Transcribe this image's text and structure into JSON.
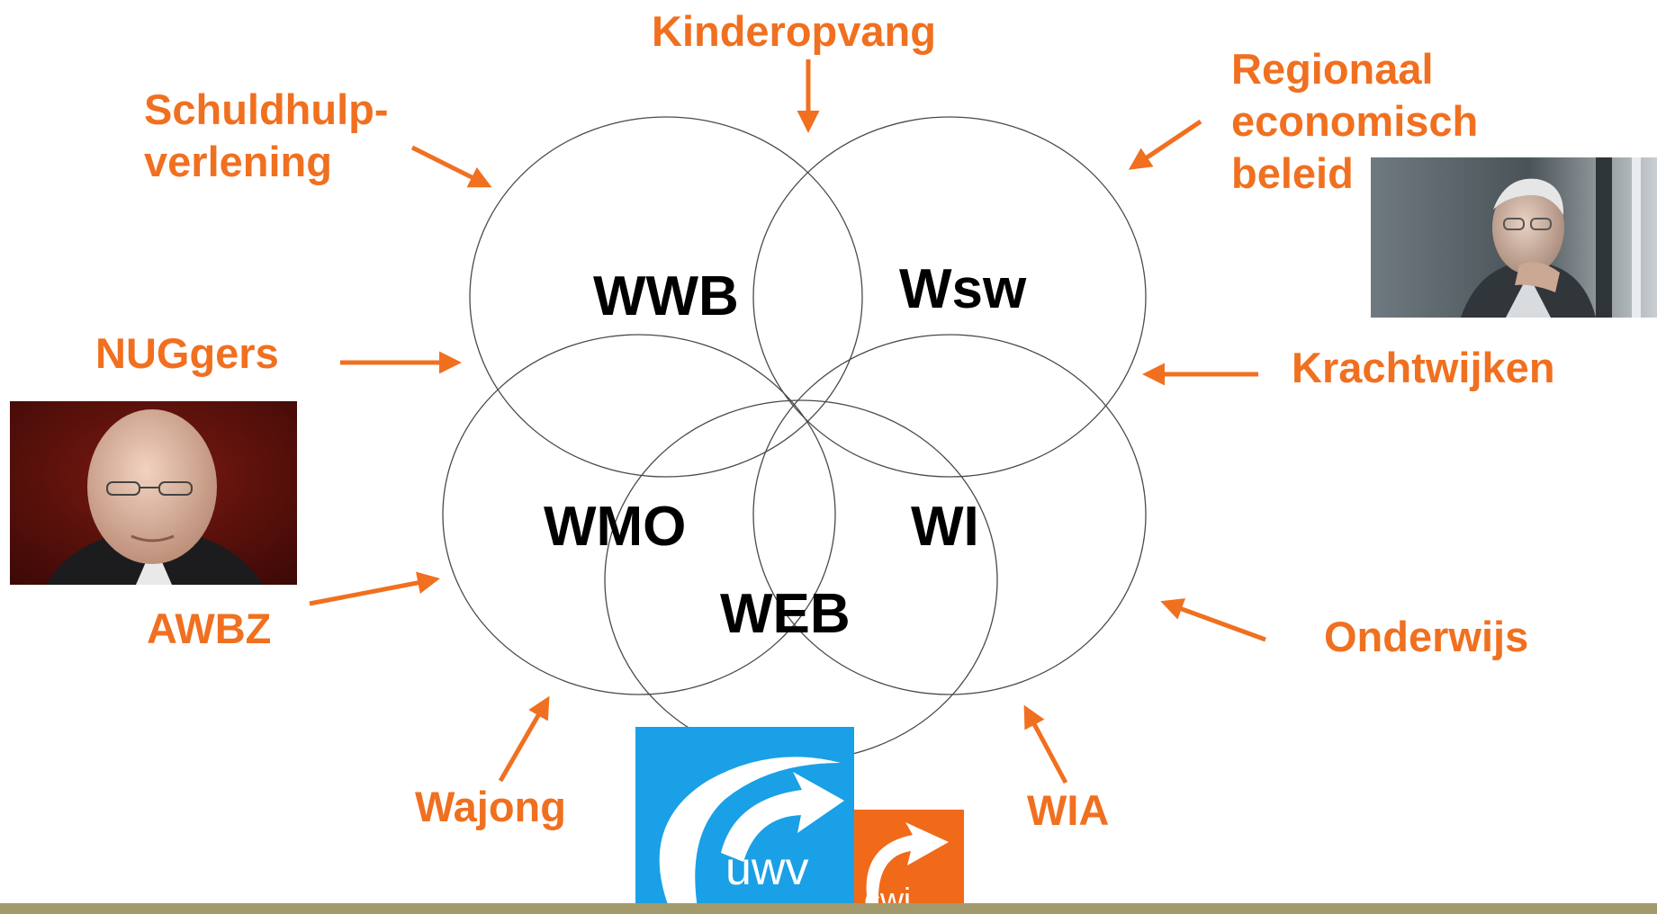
{
  "laws": {
    "wwb": "WWB",
    "wsw": "Wsw",
    "wmo": "WMO",
    "wi": "WI",
    "web": "WEB"
  },
  "influences": {
    "kinderopvang": "Kinderopvang",
    "schuldhulp_line1": "Schuldhulp-",
    "schuldhulp_line2": "verlening",
    "regionaal_line1": "Regionaal",
    "regionaal_line2": "economisch",
    "regionaal_line3": "beleid",
    "nuggers": "NUGgers",
    "krachtwijken": "Krachtwijken",
    "awbz": "AWBZ",
    "onderwijs": "Onderwijs",
    "wajong": "Wajong",
    "wia": "WIA"
  },
  "logos": {
    "uwv": "uwv",
    "cwi": "cwi"
  },
  "colors": {
    "accent": "#f07020",
    "law_text": "#000000",
    "circle_stroke": "#4a4a4a",
    "uwv_blue": "#1aa0e6",
    "cwi_orange": "#f06a1a",
    "footer_bar": "#a39a6c"
  },
  "icons": {
    "arrow": "arrow-icon",
    "portrait_left": "portrait-photo",
    "portrait_right": "portrait-photo"
  }
}
